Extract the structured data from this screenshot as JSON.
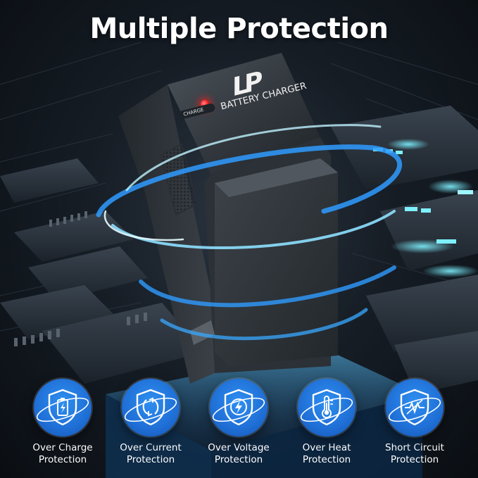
{
  "title": "Multiple Protection",
  "product": {
    "logo": "LP",
    "label": "BATTERY CHARGER",
    "led_label": "CHARGE"
  },
  "features": [
    {
      "icon": "battery-shield-icon",
      "line1": "Over Charge",
      "line2": "Protection"
    },
    {
      "icon": "current-shield-icon",
      "line1": "Over Current",
      "line2": "Protection"
    },
    {
      "icon": "lightning-shield-icon",
      "line1": "Over Voltage",
      "line2": "Protection"
    },
    {
      "icon": "thermometer-shield-icon",
      "line1": "Over Heat",
      "line2": "Protection"
    },
    {
      "icon": "circuit-shield-icon",
      "line1": "Short Circuit",
      "line2": "Protection"
    }
  ],
  "colors": {
    "accent": "#1f6fd6",
    "led": "#ff1a1a",
    "glow": "#4fd0ff"
  }
}
